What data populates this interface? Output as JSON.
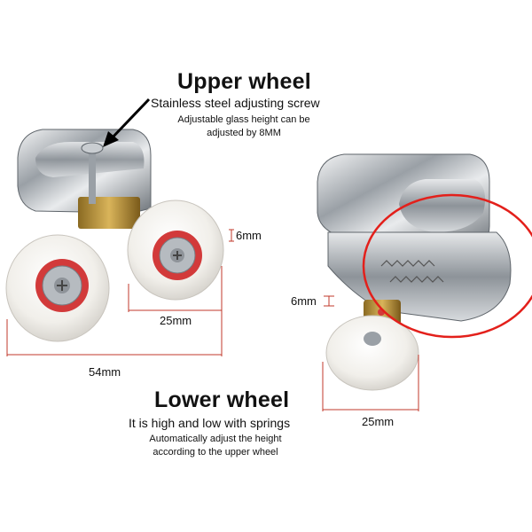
{
  "upper": {
    "title": "Upper wheel",
    "subtitle": "Stainless steel adjusting screw",
    "note_line1": "Adjustable glass height can be",
    "note_line2": "adjusted by 8MM"
  },
  "lower": {
    "title": "Lower wheel",
    "subtitle": "It is high and low with springs",
    "note_line1": "Automatically adjust the height",
    "note_line2": "according to the upper wheel"
  },
  "dimensions": {
    "upper_thickness": "6mm",
    "upper_wheel_width": "25mm",
    "upper_total_width": "54mm",
    "lower_thickness": "6mm",
    "lower_wheel_width": "25mm"
  },
  "colors": {
    "dimension_line": "#c0392b",
    "highlight_circle": "#e3201b",
    "bearing_red": "#d23a3a",
    "chrome": "#bfc3c7",
    "wheel_white": "#f4f2ee",
    "brass": "#b8923a"
  }
}
